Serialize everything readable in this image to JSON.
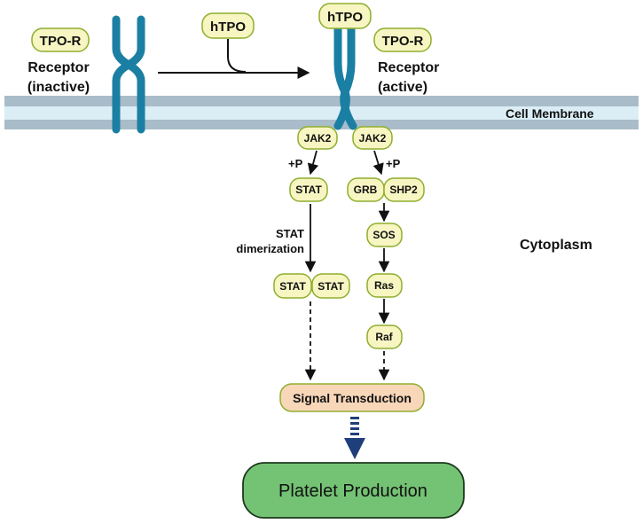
{
  "labels": {
    "tpo_r_left": "TPO-R",
    "receptor_left": "Receptor",
    "inactive": "(inactive)",
    "htpo_ligand": "hTPO",
    "htpo_bound": "hTPO",
    "tpo_r_right": "TPO-R",
    "receptor_right": "Receptor",
    "active": "(active)",
    "cell_membrane": "Cell Membrane",
    "cytoplasm": "Cytoplasm",
    "jak2_left": "JAK2",
    "jak2_right": "JAK2",
    "plus_p_left": "+P",
    "plus_p_right": "+P",
    "stat": "STAT",
    "stat_dimer_line1": "STAT",
    "stat_dimer_line2": "dimerization",
    "stat_dimer_a": "STAT",
    "stat_dimer_b": "STAT",
    "grb": "GRB",
    "shp2": "SHP2",
    "sos": "SOS",
    "ras": "Ras",
    "raf": "Raf",
    "signal_transduction": "Signal Transduction",
    "platelet_production": "Platelet Production"
  },
  "colors": {
    "receptor": "#1a7fa3",
    "protein_fill": "#f7f5c2",
    "protein_stroke": "#8fae2e",
    "membrane_outer": "#a9bcc9",
    "membrane_inner": "#dbeef6",
    "signal_fill": "#f8d6b8",
    "signal_stroke": "#8fae2e",
    "platelet_fill": "#74c274",
    "platelet_stroke": "#1c3a1c",
    "big_arrow": "#1f3f7a"
  }
}
